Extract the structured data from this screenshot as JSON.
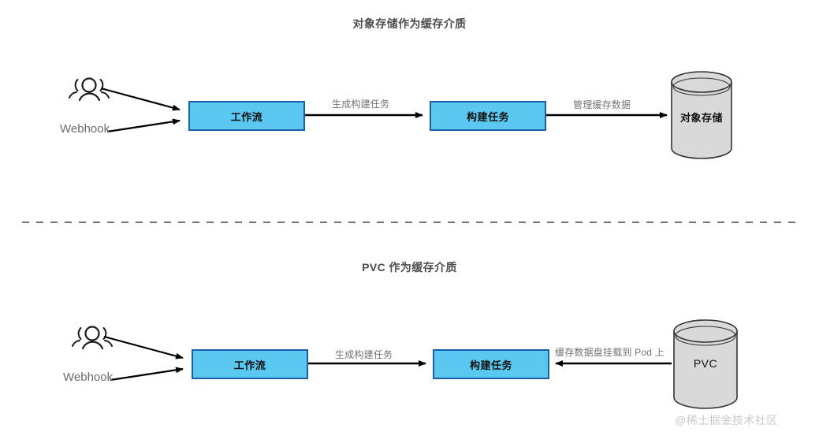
{
  "diagram": {
    "watermark": "@稀土掘金技术社区",
    "colors": {
      "node_fill": "#5BC8F2",
      "node_border": "#1a5fa8",
      "cylinder_fill": "#D9D9D9",
      "cylinder_border": "#333333",
      "edge": "#000000",
      "label_text": "#737373",
      "title_text": "#4d4d4d",
      "watermark_text": "#c9c9c9"
    },
    "sections": [
      {
        "title": "对象存储作为缓存介质",
        "actor_icon": "users-group-icon",
        "actor_label": "Webhook",
        "nodes": [
          {
            "label": "工作流"
          },
          {
            "label": "构建任务"
          }
        ],
        "store": {
          "label": "对象存储",
          "shape": "cylinder"
        },
        "edges": [
          {
            "label": "生成构建任务",
            "direction": "right"
          },
          {
            "label": "管理缓存数据",
            "direction": "right"
          }
        ]
      },
      {
        "title": "PVC 作为缓存介质",
        "actor_icon": "users-group-icon",
        "actor_label": "Webhook",
        "nodes": [
          {
            "label": "工作流"
          },
          {
            "label": "构建任务"
          }
        ],
        "store": {
          "label": "PVC",
          "shape": "cylinder"
        },
        "edges": [
          {
            "label": "生成构建任务",
            "direction": "right"
          },
          {
            "label": "缓存数据盘挂载到 Pod 上",
            "direction": "left"
          }
        ]
      }
    ]
  }
}
